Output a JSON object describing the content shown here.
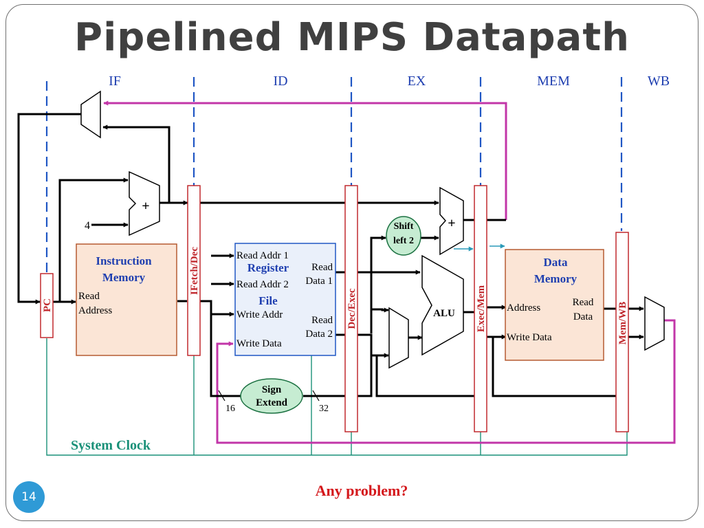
{
  "slide": {
    "title": "Pipelined MIPS Datapath",
    "page_number": "14",
    "question": "Any problem?"
  },
  "stages": [
    "IF",
    "ID",
    "EX",
    "MEM",
    "WB"
  ],
  "pipeline_registers": [
    "PC",
    "IFetch/Dec",
    "Dec/Exec",
    "Exec/Mem",
    "Mem/WB"
  ],
  "blocks": {
    "instruction_memory": {
      "title": [
        "Instruction",
        "Memory"
      ],
      "port": [
        "Read",
        "Address"
      ]
    },
    "register_file": {
      "title": [
        "Register",
        "File"
      ],
      "inputs": [
        "Read Addr 1",
        "Read Addr 2",
        "Write Addr",
        "Write Data"
      ],
      "outputs": [
        [
          "Read",
          "Data 1"
        ],
        [
          "Read",
          "Data 2"
        ]
      ]
    },
    "data_memory": {
      "title": [
        "Data",
        "Memory"
      ],
      "inputs": [
        "Address",
        "Write Data"
      ],
      "output": [
        "Read",
        "Data"
      ]
    },
    "sign_extend": [
      "Sign",
      "Extend"
    ],
    "shift_left": [
      "Shift",
      "left 2"
    ],
    "alu": "ALU",
    "adder": "+"
  },
  "labels": {
    "constant_four": "4",
    "width_in": "16",
    "width_out": "32",
    "clock": "System Clock"
  }
}
